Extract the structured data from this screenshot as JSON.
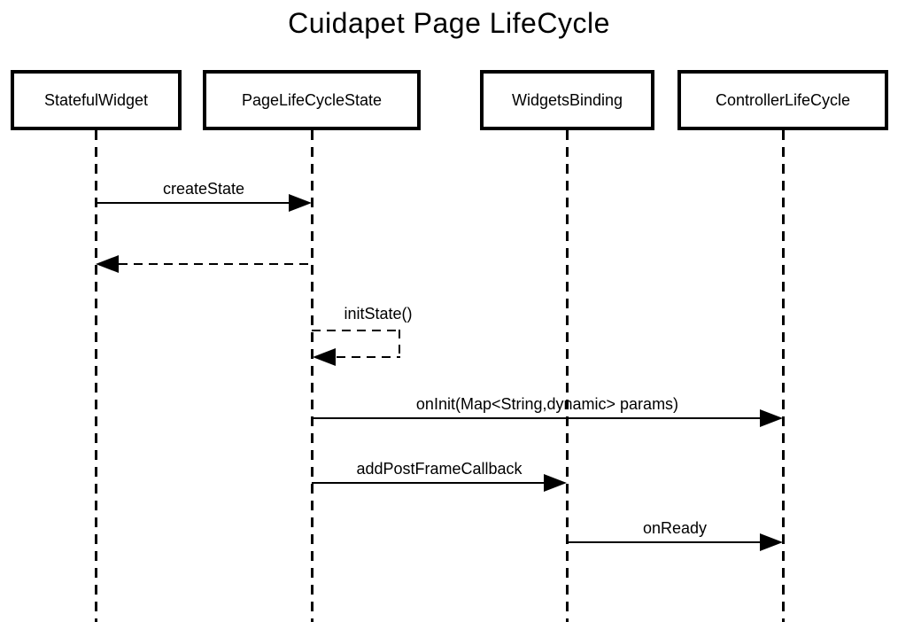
{
  "title": "Cuidapet Page LifeCycle",
  "colors": {
    "ink": "#000000",
    "background": "#ffffff"
  },
  "actors": [
    {
      "label": "StatefulWidget"
    },
    {
      "label": "PageLifeCycleState"
    },
    {
      "label": "WidgetsBinding"
    },
    {
      "label": "ControllerLifeCycle"
    }
  ],
  "messages": [
    {
      "label": "createState",
      "from": "StatefulWidget",
      "to": "PageLifeCycleState",
      "line_style": "solid",
      "kind": "call"
    },
    {
      "label": "",
      "from": "PageLifeCycleState",
      "to": "StatefulWidget",
      "line_style": "dashed",
      "kind": "return"
    },
    {
      "label": "initState()",
      "from": "PageLifeCycleState",
      "to": "PageLifeCycleState",
      "line_style": "dashed",
      "kind": "self"
    },
    {
      "label": "onInit(Map<String,dynamic> params)",
      "from": "PageLifeCycleState",
      "to": "ControllerLifeCycle",
      "line_style": "solid",
      "kind": "call"
    },
    {
      "label": "addPostFrameCallback",
      "from": "PageLifeCycleState",
      "to": "WidgetsBinding",
      "line_style": "solid",
      "kind": "call"
    },
    {
      "label": "onReady",
      "from": "WidgetsBinding",
      "to": "ControllerLifeCycle",
      "line_style": "solid",
      "kind": "call"
    }
  ]
}
